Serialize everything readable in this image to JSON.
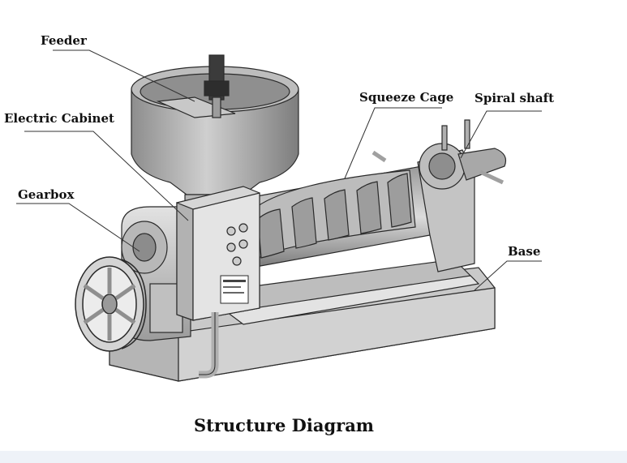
{
  "diagram": {
    "caption": "Structure Diagram",
    "labels": {
      "feeder": "Feeder",
      "electric_cabinet": "Electric Cabinet",
      "gearbox": "Gearbox",
      "squeeze_cage": "Squeeze Cage",
      "spiral_shaft": "Spiral shaft",
      "base": "Base"
    }
  },
  "colors": {
    "metal_light": "#cfcfcf",
    "metal_mid": "#a9a9a9",
    "metal_dark": "#6f6f6f",
    "outline": "#2a2a2a",
    "leader": "#333333"
  }
}
